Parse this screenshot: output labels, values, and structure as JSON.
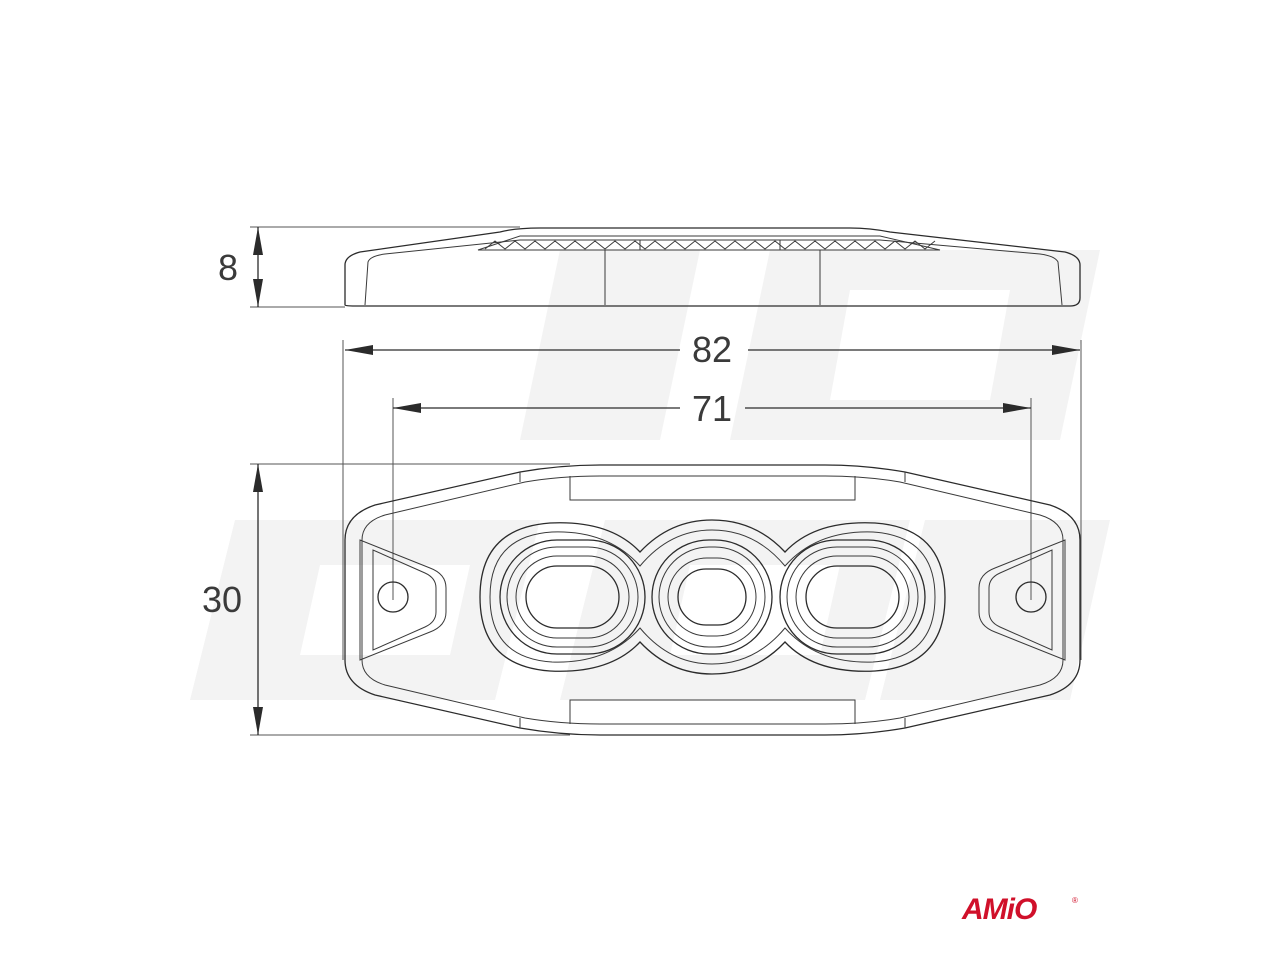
{
  "dimensions": {
    "height": "8",
    "total_width": "82",
    "mounting_spacing": "71",
    "depth": "30"
  },
  "brand": {
    "name": "AMiO",
    "mark": "®",
    "color": "#d0102a"
  },
  "led_count": 3
}
